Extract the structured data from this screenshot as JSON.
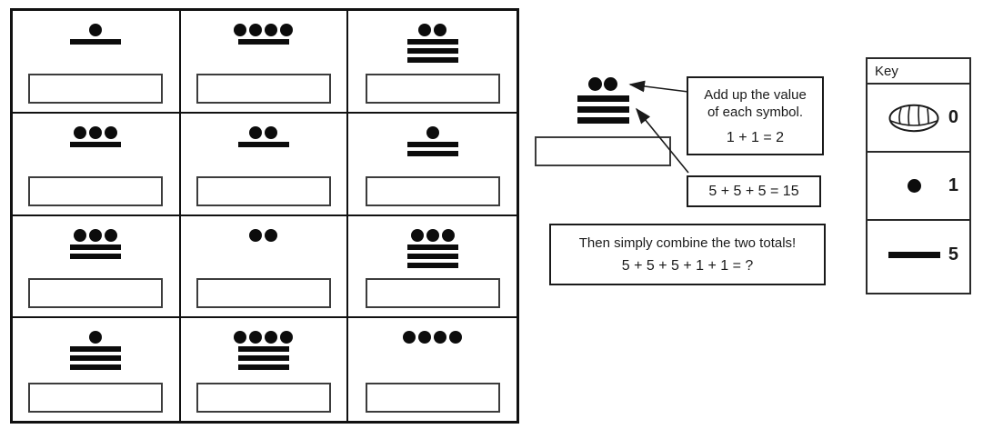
{
  "worksheet": {
    "cells": [
      {
        "dots": 1,
        "bars": 1
      },
      {
        "dots": 4,
        "bars": 1
      },
      {
        "dots": 2,
        "bars": 3
      },
      {
        "dots": 3,
        "bars": 1
      },
      {
        "dots": 2,
        "bars": 1
      },
      {
        "dots": 1,
        "bars": 2
      },
      {
        "dots": 3,
        "bars": 2
      },
      {
        "dots": 2,
        "bars": 0
      },
      {
        "dots": 3,
        "bars": 3
      },
      {
        "dots": 1,
        "bars": 3
      },
      {
        "dots": 4,
        "bars": 3
      },
      {
        "dots": 4,
        "bars": 0
      }
    ]
  },
  "example": {
    "symbol": {
      "dots": 2,
      "bars": 3
    },
    "note_dots": {
      "line1": "Add up the value",
      "line2": "of each symbol.",
      "equation": "1 + 1 = 2"
    },
    "note_bars": {
      "equation": "5 + 5 + 5 = 15"
    },
    "combine": {
      "line1": "Then simply combine the two totals!",
      "equation": "5 + 5 + 5 + 1 + 1 = ?"
    }
  },
  "key": {
    "title": "Key",
    "entries": [
      {
        "symbol": "shell-icon",
        "value": "0"
      },
      {
        "symbol": "dot-icon",
        "value": "1"
      },
      {
        "symbol": "bar-icon",
        "value": "5"
      }
    ]
  },
  "colors": {
    "ink": "#1a1a1a",
    "symbol": "#0c0c0c"
  }
}
